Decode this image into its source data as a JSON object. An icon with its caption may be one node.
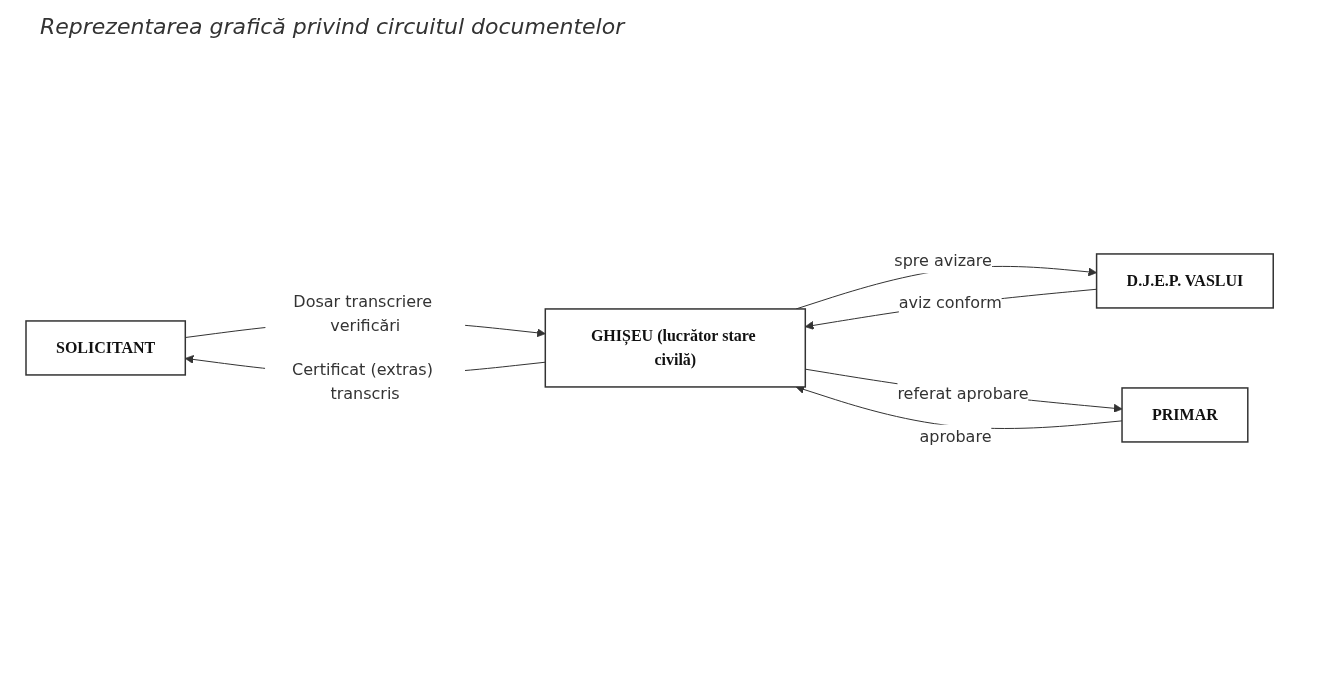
{
  "diagram": {
    "title": "Reprezentarea grafică privind circuitul documentelor",
    "nodes": [
      {
        "text": [
          "SOLICITANT"
        ]
      },
      {
        "text": [
          "GHIȘEU (lucrător stare civilă)"
        ]
      },
      {
        "text": [
          "D.J.E.P. VASLUI"
        ]
      },
      {
        "text": [
          "PRIMAR"
        ]
      }
    ],
    "edges": [
      {
        "from": 0,
        "to": 1,
        "arrow": "to",
        "label": "Dosar transcriere verificări"
      },
      {
        "from": 1,
        "to": 0,
        "arrow": "to",
        "label": "Certificat (extras) transcris"
      },
      {
        "from": 1,
        "to": 2,
        "arrow": "to",
        "label": "spre avizare"
      },
      {
        "from": 2,
        "to": 1,
        "arrow": "to",
        "label": "aviz conform"
      },
      {
        "from": 1,
        "to": 3,
        "arrow": "to",
        "label": "referat aprobare"
      },
      {
        "from": 3,
        "to": 1,
        "arrow": "to",
        "label": "aprobare"
      }
    ]
  }
}
